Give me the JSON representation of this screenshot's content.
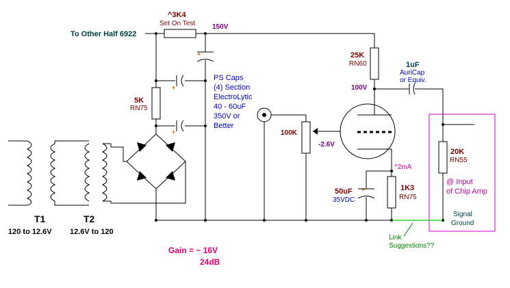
{
  "labels": {
    "other_half": "To Other Half 6922",
    "r_top_value": "^3K4",
    "r_top_note": "Set On Test",
    "b_plus": "150V",
    "r5k_value": "5K",
    "r5k_type": "RN75",
    "ps_caps": [
      "PS Caps",
      "(4) Section",
      "ElectroLytic",
      "40 - 60uF",
      "350V or",
      "Better"
    ],
    "r25k_value": "25K",
    "r25k_type": "RN60",
    "plate_v": "100V",
    "c1_value": "1uF",
    "c1_type_1": "AuriCap",
    "c1_type_2": "or Equiv.",
    "pot_value": "100K",
    "grid_v": "-2.6V",
    "cathode_i": "^2mA",
    "c50_value": "50uF",
    "c50_rating": "35VDC",
    "r1k3_value": "1K3",
    "r1k3_type": "RN75",
    "r20k_value": "20K",
    "r20k_type": "RN55",
    "chip_1": "@ Input",
    "chip_2": "of Chip Amp",
    "sig_1": "Signal",
    "sig_2": "Ground",
    "t1_name": "T1",
    "t1_ratio": "120 to 12.6V",
    "t2_name": "T2",
    "t2_ratio": "12.6V to 120",
    "link_1": "Link",
    "link_2": "Suggestions??",
    "gain_1": "Gain = ~ 16V",
    "gain_2": "24dB"
  },
  "colors": {
    "wire": "#000000",
    "value_label": "#800000",
    "note_label": "#0000c0",
    "heading_label": "#004040",
    "voltage_label": "#800080",
    "pink_label": "#cc0099",
    "gain_label": "#e0006a",
    "link_wire": "#00cc00",
    "link_label": "#008000",
    "polarity_plus": "#cc6600",
    "chip_box": "#cc00cc"
  }
}
